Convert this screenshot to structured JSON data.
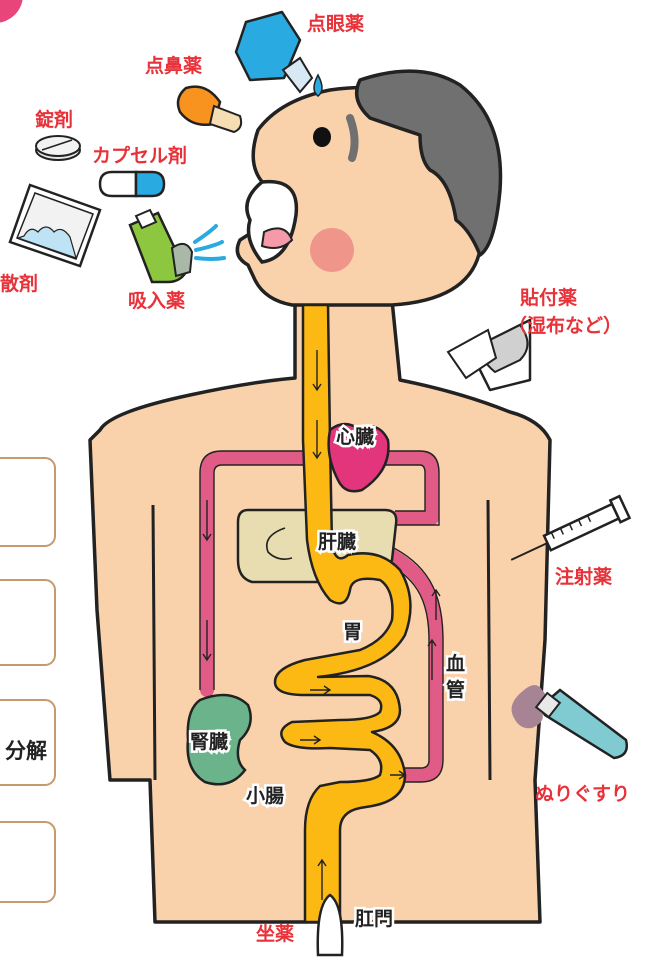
{
  "labels": {
    "eye_drops": "点眼薬",
    "nasal_drops": "点鼻薬",
    "tablet": "錠剤",
    "capsule": "カプセル剤",
    "powder": "散剤",
    "inhaler": "吸入薬",
    "patch_line1": "貼付薬",
    "patch_line2": "（湿布など）",
    "injection": "注射薬",
    "ointment": "ぬりぐすり",
    "suppository": "坐薬"
  },
  "organs": {
    "heart": "心臓",
    "liver": "肝臓",
    "stomach": "胃",
    "blood_vessel_1": "血",
    "blood_vessel_2": "管",
    "kidney": "腎臓",
    "small_intestine": "小腸",
    "anus": "肛門"
  },
  "side_panel": {
    "partial_text": "分解"
  },
  "colors": {
    "skin": "#f9d2ac",
    "hair": "#707070",
    "digestive": "#fdb913",
    "vessel": "#e05b86",
    "heart": "#e2357c",
    "liver": "#e8ddb0",
    "kidney": "#6bb48b",
    "label_red": "#e8323a",
    "cheek": "#f0958a",
    "panel_border": "#c59a6c"
  }
}
